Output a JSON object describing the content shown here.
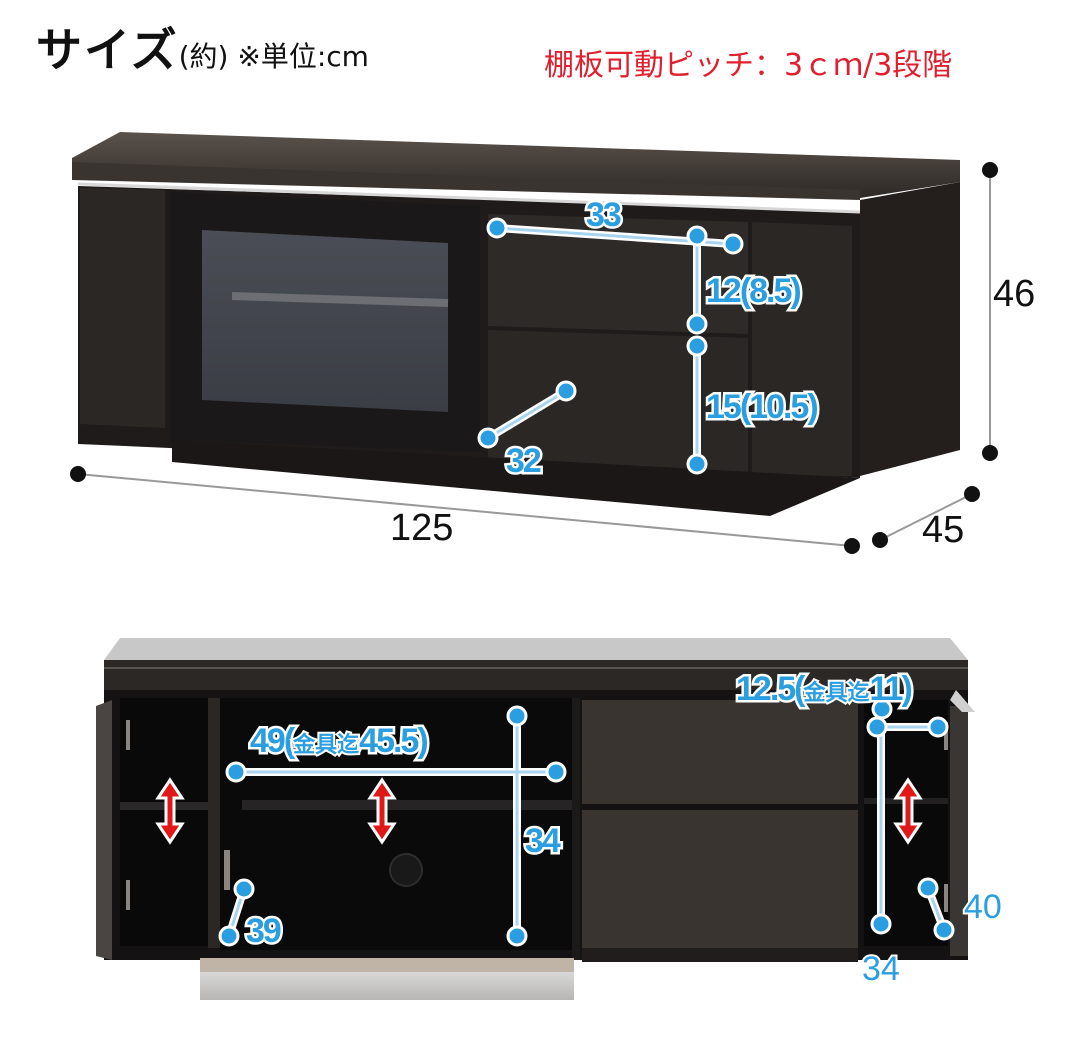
{
  "header": {
    "title_main": "サイズ",
    "title_sub": "(約) ※単位:cm",
    "shelf_pitch_note": "棚板可動ピッチ：3ｃｍ/3段階"
  },
  "exterior_view": {
    "width": "125",
    "depth": "45",
    "height": "46",
    "drawer_inner_width": "33",
    "drawer_inner_depth": "32",
    "upper_drawer_height": "12(8.5)",
    "lower_drawer_height": "15(10.5)"
  },
  "interior_view": {
    "center_width": "49(",
    "center_width_hw_label": "金具迄",
    "center_width_hw_value": "45.5)",
    "center_height": "34",
    "center_depth": "39",
    "right_width": "12.5(",
    "right_width_hw_label": "金具迄",
    "right_width_hw_value": "11)",
    "right_height": "34",
    "right_depth": "40"
  },
  "colors": {
    "furniture_dark": "#2a2624",
    "dimension_blue": "#2a9ee0",
    "note_red": "#e0202e",
    "adjust_arrow_red": "#e01818"
  }
}
